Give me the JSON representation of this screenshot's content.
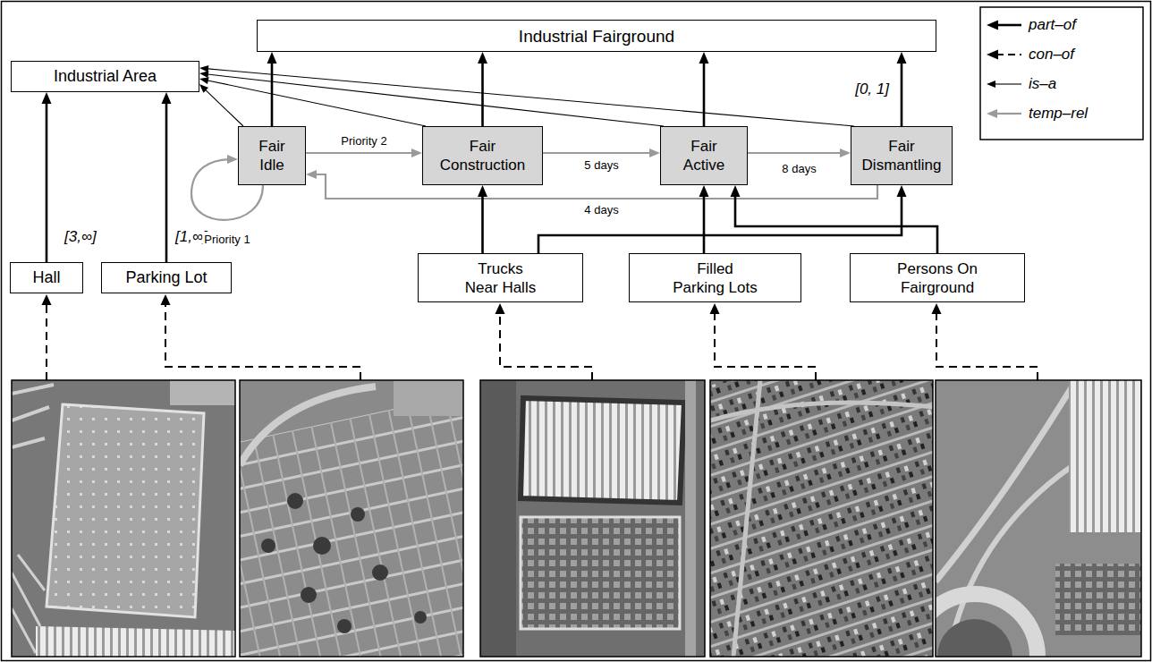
{
  "diagram": {
    "nodes": [
      {
        "text": [
          "Industrial Fairground"
        ]
      },
      {
        "text": [
          "Industrial Area"
        ]
      },
      {
        "text": [
          "Fair Idle"
        ]
      },
      {
        "text": [
          "Fair Construction"
        ]
      },
      {
        "text": [
          "Fair Active"
        ]
      },
      {
        "text": [
          "Fair Dismantling"
        ]
      },
      {
        "text": [
          "Hall"
        ]
      },
      {
        "text": [
          "Parking Lot"
        ]
      },
      {
        "text": [
          "Trucks Near Halls"
        ]
      },
      {
        "text": [
          "Filled Parking Lots"
        ]
      },
      {
        "text": [
          "Persons On Fairground"
        ]
      }
    ],
    "edges": [
      {
        "from": 2,
        "to": 0,
        "arrow": "to"
      },
      {
        "from": 3,
        "to": 0,
        "arrow": "to"
      },
      {
        "from": 4,
        "to": 0,
        "arrow": "to"
      },
      {
        "from": 5,
        "to": 0,
        "label": "[0, 1]",
        "arrow": "to"
      },
      {
        "from": 2,
        "to": 1,
        "arrow": "to"
      },
      {
        "from": 3,
        "to": 1,
        "arrow": "to"
      },
      {
        "from": 4,
        "to": 1,
        "arrow": "to"
      },
      {
        "from": 5,
        "to": 1,
        "arrow": "to"
      },
      {
        "from": 6,
        "to": 1,
        "label": "[3,∞]",
        "arrow": "to"
      },
      {
        "from": 7,
        "to": 1,
        "label": "[1,∞]",
        "arrow": "to"
      },
      {
        "from": 2,
        "to": 2,
        "label": "Priority 1",
        "arrow": "to"
      },
      {
        "from": 2,
        "to": 3,
        "label": "Priority 2",
        "arrow": "to"
      },
      {
        "from": 3,
        "to": 4,
        "label": "5 days",
        "arrow": "to"
      },
      {
        "from": 4,
        "to": 5,
        "label": "8 days",
        "arrow": "to"
      },
      {
        "from": 5,
        "to": 2,
        "label": "4 days",
        "arrow": "to"
      },
      {
        "from": 8,
        "to": 3,
        "arrow": "to"
      },
      {
        "from": 8,
        "to": 5,
        "arrow": "to"
      },
      {
        "from": 9,
        "to": 4,
        "arrow": "to"
      },
      {
        "from": 10,
        "to": 4,
        "arrow": "to"
      }
    ],
    "legend": [
      {
        "text": "part–of"
      },
      {
        "text": "con–of"
      },
      {
        "text": "is–a"
      },
      {
        "text": "temp–rel"
      }
    ]
  }
}
